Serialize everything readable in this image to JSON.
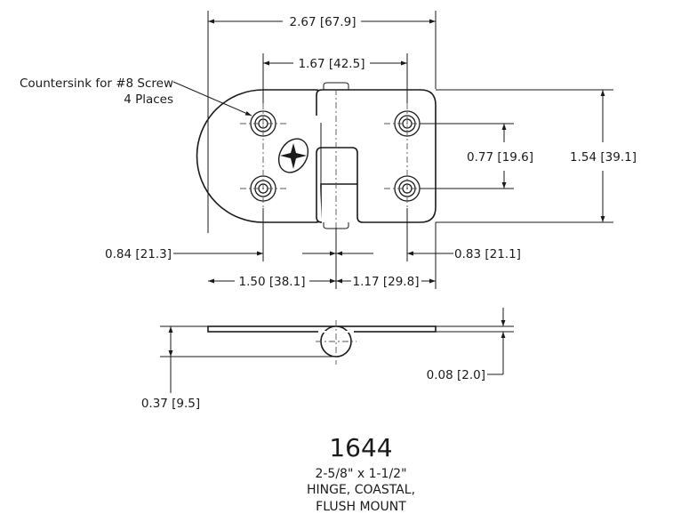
{
  "dimensions": {
    "overall_width": "2.67 [67.9]",
    "hole_spacing_x": "1.67 [42.5]",
    "hole_spacing_y": "0.77 [19.6]",
    "overall_height": "1.54 [39.1]",
    "left_hole_offset": "0.84 [21.3]",
    "right_hole_offset": "0.83 [21.1]",
    "left_leaf_width": "1.50 [38.1]",
    "right_leaf_width": "1.17 [29.8]",
    "leaf_thickness": "0.08 [2.0]",
    "knuckle_height": "0.37 [9.5]"
  },
  "note": {
    "line1": "Countersink for #8 Screw",
    "line2": "4 Places"
  },
  "title_block": {
    "part_number": "1644",
    "size": "2-5/8\" x 1-1/2\"",
    "line2": "HINGE, COASTAL,",
    "line3": "FLUSH MOUNT"
  },
  "logo_icon": "four-point-star-logo"
}
